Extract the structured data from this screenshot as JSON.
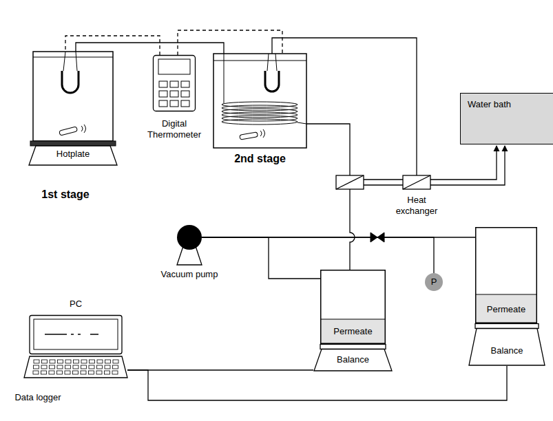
{
  "diagram": {
    "nodes": [
      {
        "text": [
          "Hotplate",
          "1st stage"
        ]
      },
      {
        "text": [
          "Digital Thermometer"
        ]
      },
      {
        "text": [
          "2nd stage"
        ]
      },
      {
        "text": [
          "Water bath"
        ]
      },
      {
        "text": [
          "Vacuum pump"
        ]
      },
      {
        "text": [
          "P"
        ]
      },
      {
        "text": [
          "Permeate"
        ]
      },
      {
        "text": [
          "Balance"
        ]
      },
      {
        "text": [
          "Permeate"
        ]
      },
      {
        "text": [
          "Balance"
        ]
      },
      {
        "text": [
          "PC",
          "Data logger"
        ]
      }
    ],
    "edges": [
      {
        "from": 1,
        "to": 0,
        "arrow": "none"
      },
      {
        "from": 1,
        "to": 2,
        "arrow": "none"
      },
      {
        "from": 0,
        "to": 2,
        "arrow": "none"
      },
      {
        "from": 4,
        "to": 6,
        "arrow": "none"
      },
      {
        "from": 4,
        "to": 8,
        "arrow": "none"
      },
      {
        "from": 4,
        "to": 5,
        "arrow": "none"
      },
      {
        "from": 10,
        "to": 7,
        "arrow": "none"
      },
      {
        "from": 10,
        "to": 9,
        "arrow": "none"
      }
    ],
    "labels": [
      "Heat exchanger"
    ]
  }
}
